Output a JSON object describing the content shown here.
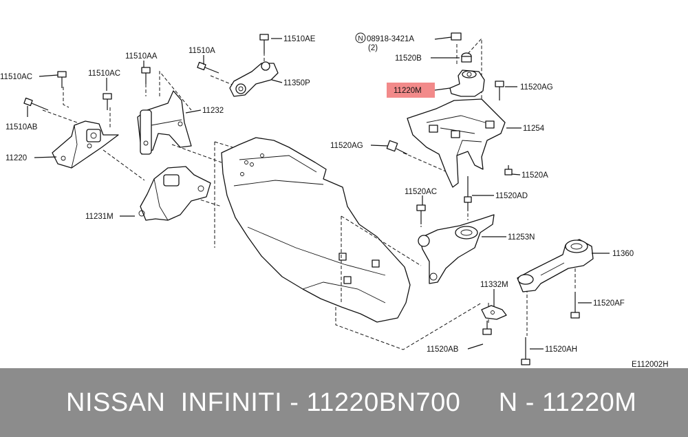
{
  "labels": {
    "l1": "11510AC",
    "l2": "11510AA",
    "l3": "11510AC",
    "l4": "11510A",
    "l5": "11510AE",
    "l6": "11350P",
    "l7": "11510AB",
    "l8": "11232",
    "l9": "11220",
    "l10": "11231M",
    "l11": "08918-3421A",
    "l11q": "(2)",
    "l12": "11520B",
    "l13": "11220M",
    "l14": "11520AG",
    "l15": "11254",
    "l16": "11520AG",
    "l17": "11520A",
    "l18": "11520AC",
    "l19": "11520AD",
    "l20": "11253N",
    "l21": "11360",
    "l22": "11332M",
    "l23": "11520AF",
    "l24": "11520AB",
    "l25": "11520AH",
    "code": "E112002H"
  },
  "nut_symbol": "N",
  "highlight_color": "#f28a8a",
  "footer": {
    "text": "NISSAN  INFINITI - 11220BN700     N - 11220M"
  }
}
